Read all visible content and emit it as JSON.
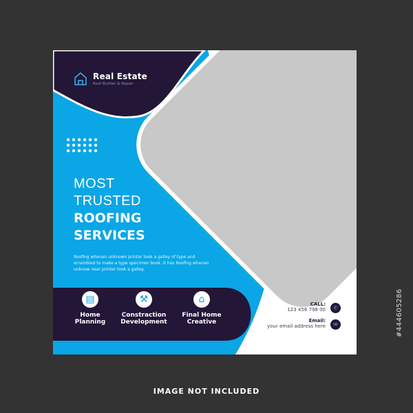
{
  "colors": {
    "background": "#333333",
    "blue": "#0aa6e6",
    "dark": "#231637",
    "placeholder": "#c8c8c8"
  },
  "brand": {
    "icon": "house-icon",
    "name": "Real Estate",
    "tagline": "Roof Builder & Repair"
  },
  "headline": {
    "line1": "MOST",
    "line2": "TRUSTED",
    "line3": "ROOFING",
    "line4": "SERVICES"
  },
  "description": "Roofing whenan unknown printer took a galley of type and scrambled to make a type specimen book. It has Roofing whenan unknow near printer took a galley.",
  "services": [
    {
      "icon": "blueprint-icon",
      "label_line1": "Home",
      "label_line2": "Planning"
    },
    {
      "icon": "construction-icon",
      "label_line1": "Constraction",
      "label_line2": "Development"
    },
    {
      "icon": "home-icon",
      "label_line1": "Final Home",
      "label_line2": "Creative"
    }
  ],
  "contact": {
    "call_label": "CALL:",
    "phone": "123 456 798 00",
    "phone_icon": "phone-icon",
    "email_label": "Email:",
    "email": "your email address here",
    "email_icon": "envelope-icon"
  },
  "footer": "IMAGE NOT INCLUDED",
  "stock_id": "#444605286"
}
